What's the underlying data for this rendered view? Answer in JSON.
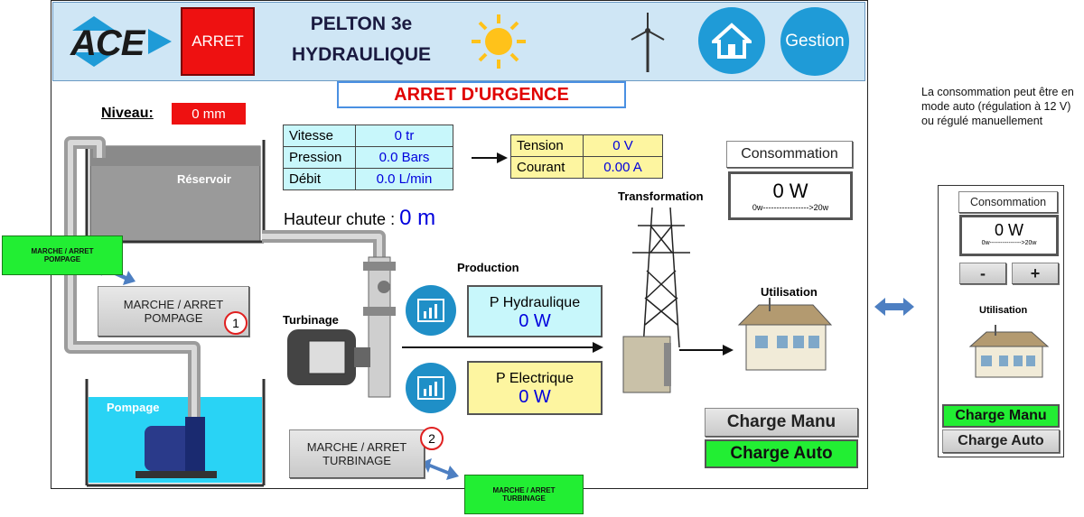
{
  "header": {
    "logo_text": "ACE",
    "stop_label": "ARRET",
    "title_line1": "PELTON 3e",
    "title_line2": "HYDRAULIQUE",
    "home_label": "home",
    "gestion_label": "Gestion"
  },
  "emergency": "ARRET D'URGENCE",
  "niveau": {
    "label": "Niveau:",
    "value": "0 mm"
  },
  "measures": [
    {
      "label": "Vitesse",
      "value": "0 tr"
    },
    {
      "label": "Pression",
      "value": "0.0 Bars"
    },
    {
      "label": "Débit",
      "value": "0.0 L/min"
    }
  ],
  "electric": [
    {
      "label": "Tension",
      "value": "0 V"
    },
    {
      "label": "Courant",
      "value": "0.00 A"
    }
  ],
  "hauteur": {
    "label": "Hauteur chute :",
    "value": "0 m"
  },
  "reservoir_label": "Réservoir",
  "pompage_label": "Pompage",
  "turbinage_label": "Turbinage",
  "production_label": "Production",
  "transformation_label": "Transformation",
  "utilisation_label": "Utilisation",
  "p_hydraulique": {
    "label": "P Hydraulique",
    "value": "0 W"
  },
  "p_electrique": {
    "label": "P Electrique",
    "value": "0 W"
  },
  "consommation": {
    "label": "Consommation",
    "value": "0 W",
    "scale": "0w----------------->20w"
  },
  "buttons": {
    "marche_pompage_line1": "MARCHE / ARRET",
    "marche_pompage_line2": "POMPAGE",
    "marche_turbinage_line1": "MARCHE / ARRET",
    "marche_turbinage_line2": "TURBINAGE",
    "charge_manu": "Charge Manu",
    "charge_auto": "Charge Auto"
  },
  "callouts": {
    "one": "1",
    "two": "2"
  },
  "side_note": "La consommation peut être en mode auto (régulation à 12 V) ou régulé manuellement",
  "side_panel": {
    "consommation": "Consommation",
    "value": "0 W",
    "scale": "0w--------------->20w",
    "minus": "-",
    "plus": "+",
    "utilisation": "Utilisation",
    "charge_manu": "Charge Manu",
    "charge_auto": "Charge Auto"
  }
}
